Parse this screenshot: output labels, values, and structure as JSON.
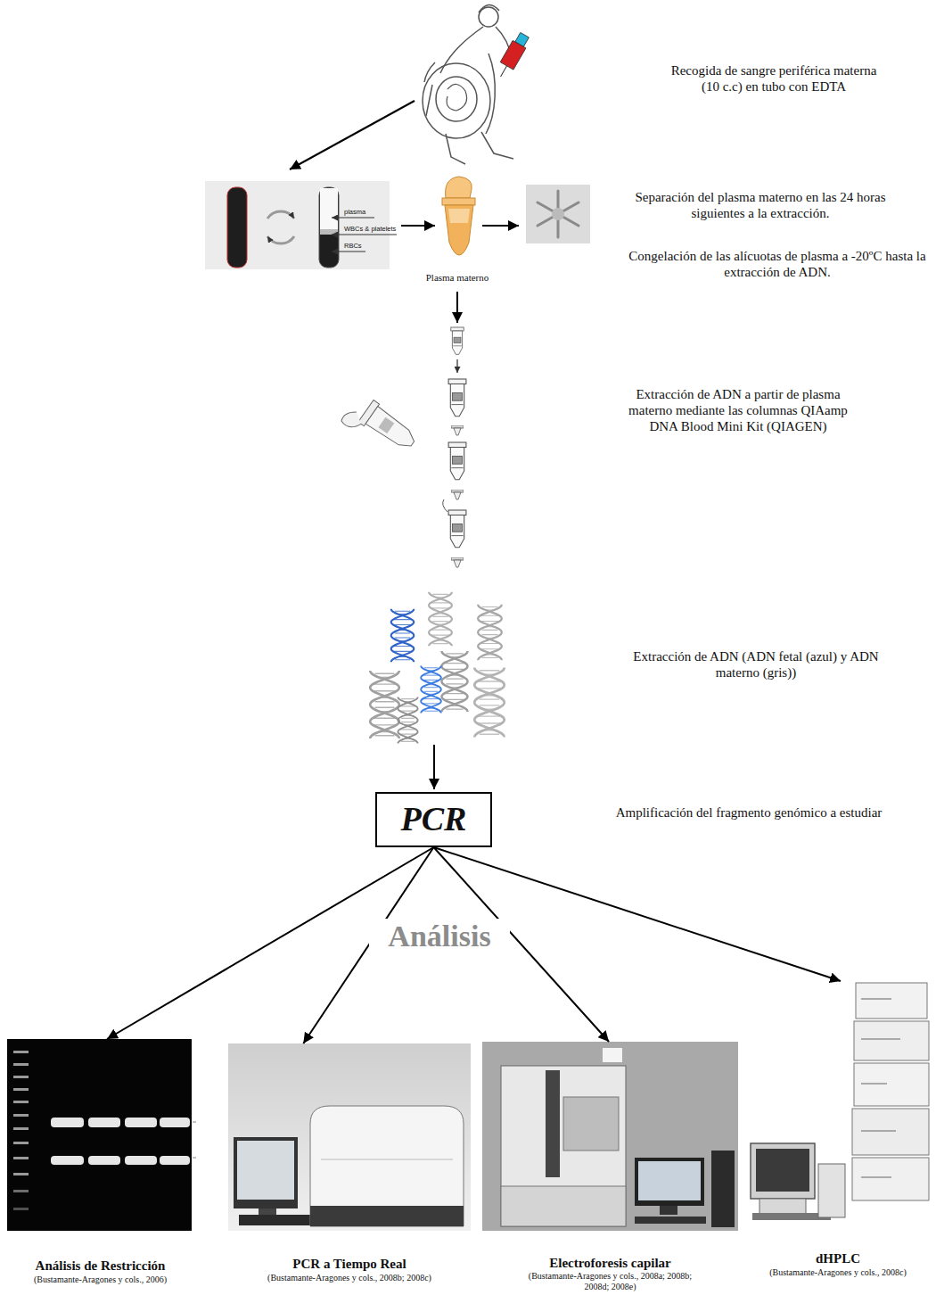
{
  "diagram": {
    "nodes": [
      {
        "text": [
          "Plasma materno"
        ]
      },
      {
        "text": [
          "PCR"
        ]
      },
      {
        "text": [
          "Análisis de Restricción",
          "(Bustamante-Aragones y cols., 2006)"
        ]
      },
      {
        "text": [
          "PCR a Tiempo Real",
          "(Bustamante-Aragones y cols., 2008b; 2008c)"
        ]
      },
      {
        "text": [
          "Electroforesis capilar",
          "(Bustamante-Aragones y cols., 2008a; 2008b; 2008d; 2008e)"
        ]
      },
      {
        "text": [
          "dHPLC",
          "(Bustamante-Aragones y cols., 2008c)"
        ]
      }
    ],
    "edges": [
      {
        "from": 1,
        "to": 2,
        "arrow": "to"
      },
      {
        "from": 1,
        "to": 3,
        "arrow": "to"
      },
      {
        "from": 1,
        "to": 4,
        "arrow": "to"
      },
      {
        "from": 1,
        "to": 5,
        "arrow": "to"
      }
    ],
    "labels": [
      "Recogida de sangre periférica materna (10 c.c) en tubo con EDTA",
      "plasma",
      "WBCs & platelets",
      "RBCs",
      "Separación del plasma materno en las 24 horas siguientes a la extracción.",
      "Congelación de las alícuotas de plasma a -20ºC hasta la extracción de ADN.",
      "Extracción de ADN a partir de plasma materno mediante las columnas QIAamp DNA Blood Mini Kit (QIAGEN)",
      "Extracción de ADN (ADN fetal (azul) y ADN materno (gris))",
      "Amplificación del fragmento genómico a estudiar",
      "Análisis"
    ]
  }
}
